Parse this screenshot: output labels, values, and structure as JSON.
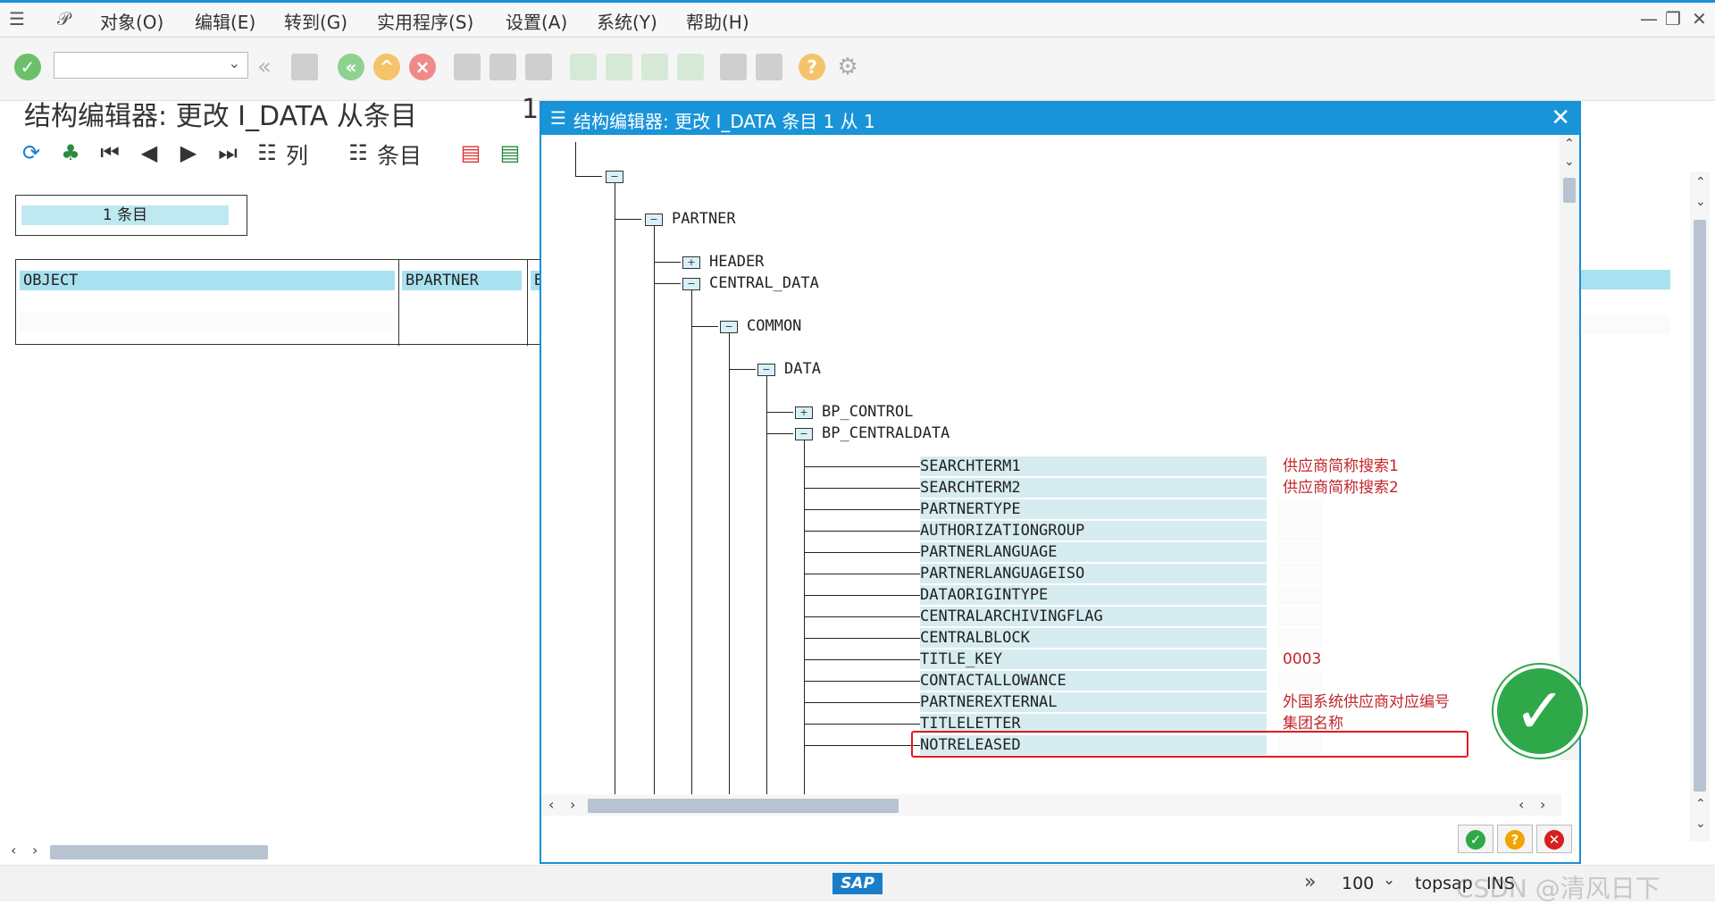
{
  "menu": {
    "items": [
      "对象(O)",
      "编辑(E)",
      "转到(G)",
      "实用程序(S)",
      "设置(A)",
      "系统(Y)",
      "帮助(H)"
    ]
  },
  "window_controls": {
    "minimize": "—",
    "restore": "❐",
    "close": "✕"
  },
  "toolbar": {
    "command_field_value": "",
    "icons": [
      "enter-icon",
      "back-icon",
      "exit-icon",
      "cancel-icon",
      "print-icon",
      "find-icon",
      "find-next-icon",
      "first-page-icon",
      "prev-page-icon",
      "next-page-icon",
      "last-page-icon",
      "create-session-icon",
      "shortcut-icon",
      "help-icon",
      "settings-icon"
    ]
  },
  "page": {
    "title": "结构编辑器: 更改 I_DATA 从条目",
    "title_trunc": "1"
  },
  "app_toolbar": {
    "column_label": "列",
    "entry_label": "条目"
  },
  "entry_box": {
    "label": "1 条目"
  },
  "grid": {
    "headers": [
      "OBJECT",
      "BPARTNER",
      "B"
    ]
  },
  "dialog": {
    "title": "结构编辑器: 更改 I_DATA 条目 1 从 1",
    "close": "✕",
    "tree": {
      "partner": "PARTNER",
      "header": "HEADER",
      "central_data": "CENTRAL_DATA",
      "common": "COMMON",
      "data": "DATA",
      "bp_control": "BP_CONTROL",
      "bp_centraldata": "BP_CENTRALDATA"
    },
    "fields": [
      {
        "name": "SEARCHTERM1",
        "value": "供应商简称搜索1"
      },
      {
        "name": "SEARCHTERM2",
        "value": "供应商简称搜索2"
      },
      {
        "name": "PARTNERTYPE",
        "value": ""
      },
      {
        "name": "AUTHORIZATIONGROUP",
        "value": ""
      },
      {
        "name": "PARTNERLANGUAGE",
        "value": ""
      },
      {
        "name": "PARTNERLANGUAGEISO",
        "value": ""
      },
      {
        "name": "DATAORIGINTYPE",
        "value": ""
      },
      {
        "name": "CENTRALARCHIVINGFLAG",
        "value": ""
      },
      {
        "name": "CENTRALBLOCK",
        "value": ""
      },
      {
        "name": "TITLE_KEY",
        "value": "0003"
      },
      {
        "name": "CONTACTALLOWANCE",
        "value": ""
      },
      {
        "name": "PARTNEREXTERNAL",
        "value": "外国系统供应商对应编号"
      },
      {
        "name": "TITLELETTER",
        "value": "集团名称"
      },
      {
        "name": "NOTRELEASED",
        "value": ""
      }
    ],
    "buttons": {
      "ok": "✓",
      "help": "?",
      "cancel": "✕"
    }
  },
  "status": {
    "logo": "SAP",
    "zoom": "100",
    "system": "topsap",
    "mode": "INS",
    "watermark": "CSDN @清风日下"
  },
  "colors": {
    "accent": "#1a94d8",
    "highlight_box": "#e01b22",
    "value_text": "#c0262c",
    "field_bg": "#d6ecf0",
    "header_bg": "#a9e1f0",
    "ok_green": "#2fa84a"
  }
}
